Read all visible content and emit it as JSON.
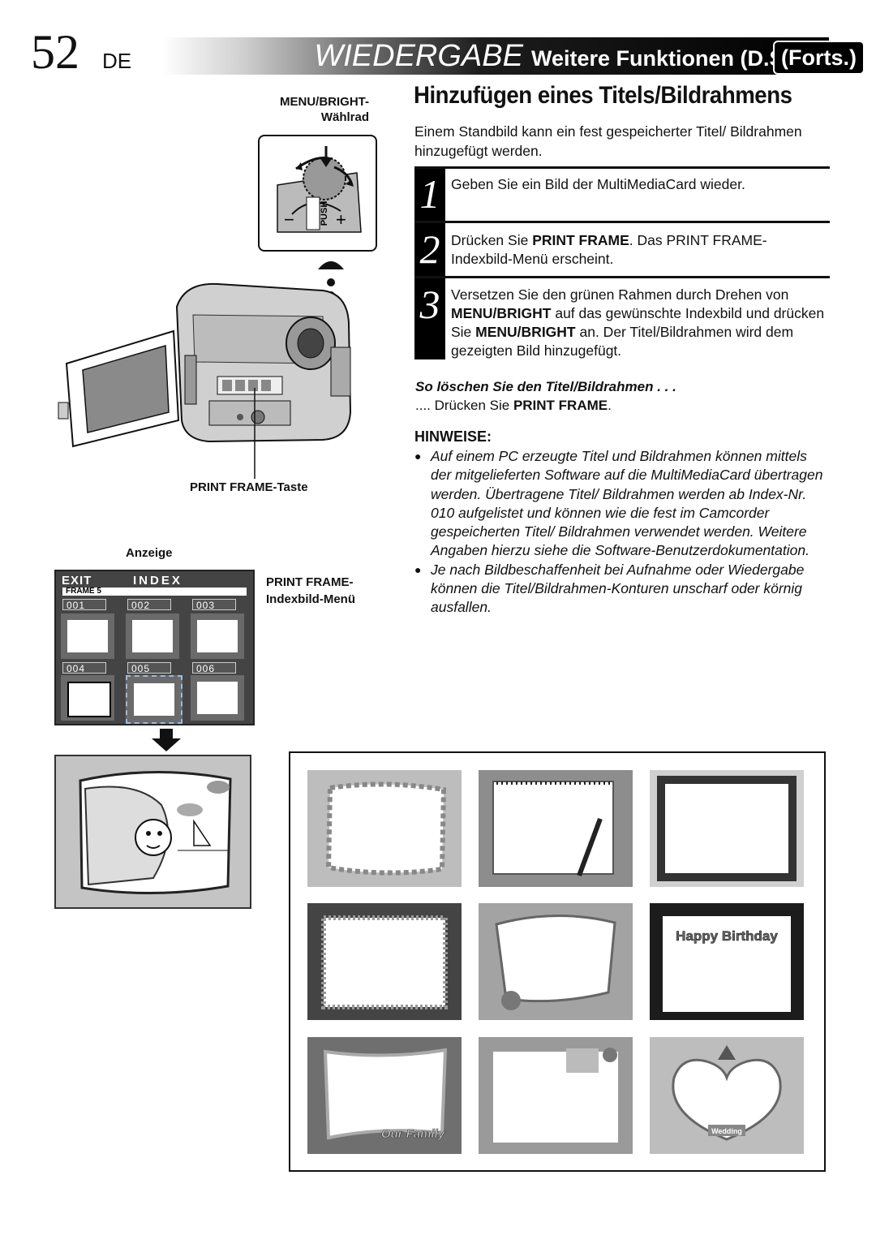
{
  "header": {
    "page_number": "52",
    "language": "DE",
    "section": "WIEDERGABE",
    "subtitle": "Weitere Funktionen (D.S.C.)",
    "continued": "(Forts.)"
  },
  "left": {
    "dial_label_line1": "MENU/BRIGHT-",
    "dial_label_line2": "Wählrad",
    "dial_push": "PUSH",
    "dial_minus": "−",
    "dial_plus": "+",
    "print_frame_label": "PRINT FRAME-Taste",
    "anzeige_label": "Anzeige",
    "index_menu_label_line1": "PRINT FRAME-",
    "index_menu_label_line2": "Indexbild-Menü",
    "index_screen": {
      "exit": "EXIT",
      "title": "INDEX",
      "frame": "FRAME 5",
      "cells": [
        "001",
        "002",
        "003",
        "004",
        "005",
        "006"
      ]
    }
  },
  "right": {
    "title": "Hinzufügen eines Titels/Bildrahmens",
    "intro": "Einem Standbild kann ein fest gespeicherter Titel/ Bildrahmen hinzugefügt werden.",
    "steps": [
      {
        "num": "1",
        "text": "Geben Sie ein Bild der MultiMediaCard wieder."
      },
      {
        "num": "2",
        "pre": "Drücken Sie ",
        "bold": "PRINT FRAME",
        "post": ". Das PRINT FRAME- Indexbild-Menü erscheint."
      },
      {
        "num": "3",
        "pre": "Versetzen Sie den grünen Rahmen durch Drehen von ",
        "bold1": "MENU/BRIGHT",
        "mid": " auf das gewünschte Indexbild und drücken Sie ",
        "bold2": "MENU/BRIGHT",
        "post": " an. Der Titel/Bildrahmen wird dem gezeigten Bild hinzugefügt."
      }
    ],
    "delete_title": "So löschen Sie den Titel/Bildrahmen . . .",
    "delete_pre": ".... Drücken Sie ",
    "delete_bold": "PRINT FRAME",
    "delete_post": ".",
    "notes_heading": "HINWEISE:",
    "notes": [
      "Auf einem PC erzeugte Titel und Bildrahmen können mittels der mitgelieferten Software auf die MultiMediaCard übertragen werden. Übertragene Titel/ Bildrahmen werden ab Index-Nr. 010 aufgelistet und können wie die fest im Camcorder gespeicherten Titel/ Bildrahmen verwendet werden. Weitere Angaben hierzu siehe die Software-Benutzerdokumentation.",
      "Je nach Bildbeschaffenheit bei Aufnahme oder Wiedergabe können die Titel/Bildrahmen-Konturen unscharf oder körnig ausfallen."
    ]
  },
  "gallery": {
    "frame_texts": [
      "Happy Birthday",
      "Our Family",
      "Wedding"
    ]
  }
}
